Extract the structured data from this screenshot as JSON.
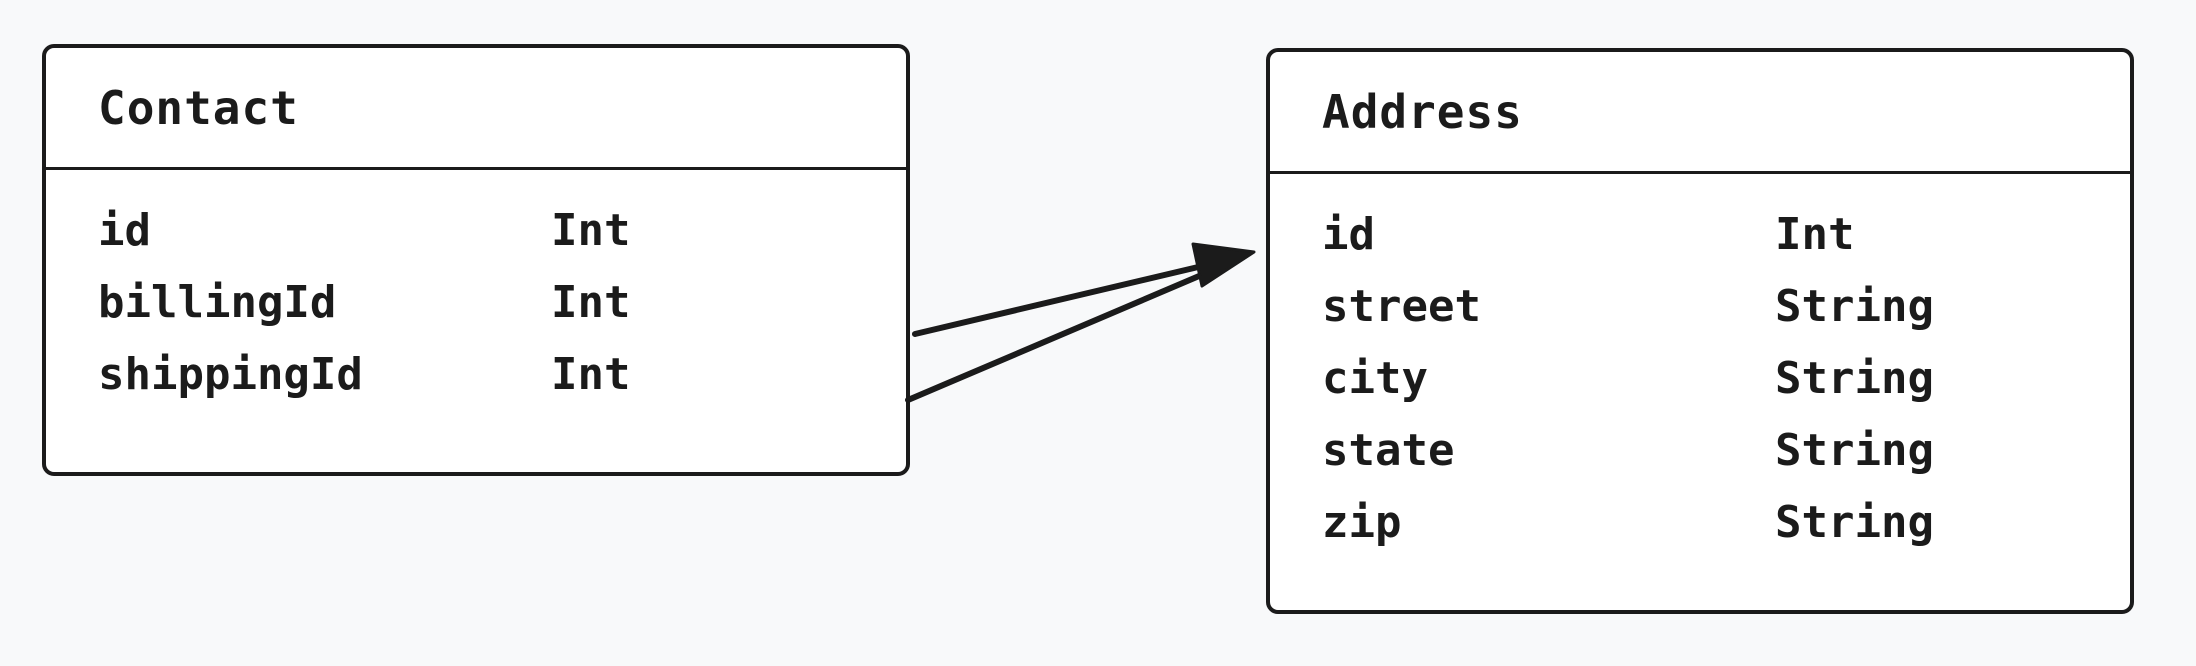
{
  "diagram": {
    "type": "entity-relationship",
    "background": "#f8f9fa",
    "stroke_color": "#1b1b1b"
  },
  "entities": [
    {
      "name": "Contact",
      "fields": [
        {
          "name": "id",
          "type": "Int"
        },
        {
          "name": "billingId",
          "type": "Int"
        },
        {
          "name": "shippingId",
          "type": "Int"
        }
      ]
    },
    {
      "name": "Address",
      "fields": [
        {
          "name": "id",
          "type": "Int"
        },
        {
          "name": "street",
          "type": "String"
        },
        {
          "name": "city",
          "type": "String"
        },
        {
          "name": "state",
          "type": "String"
        },
        {
          "name": "zip",
          "type": "String"
        }
      ]
    }
  ],
  "relationships": [
    {
      "from": "Contact.billingId",
      "to": "Address.id"
    },
    {
      "from": "Contact.shippingId",
      "to": "Address.id"
    }
  ]
}
